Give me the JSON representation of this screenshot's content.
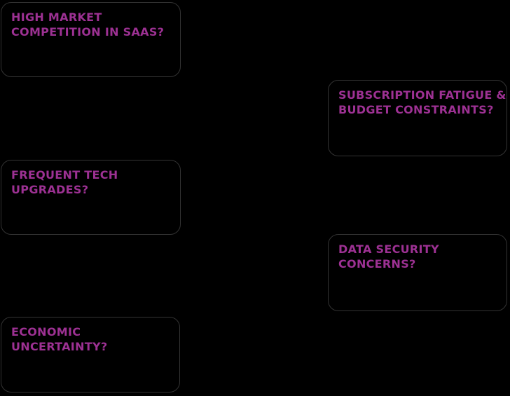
{
  "diagram": {
    "title": "SaaS challenges question boxes",
    "background_color": "#000000",
    "box_border_color": "#333333",
    "text_color": "#9d3193",
    "boxes": [
      {
        "id": "high-market-competition",
        "lines": [
          "HIGH MARKET",
          "COMPETITION IN SAAS?"
        ]
      },
      {
        "id": "subscription-fatigue",
        "lines": [
          "SUBSCRIPTION FATIGUE &",
          "BUDGET CONSTRAINTS?"
        ]
      },
      {
        "id": "frequent-tech-upgrades",
        "lines": [
          "FREQUENT TECH",
          "UPGRADES?"
        ]
      },
      {
        "id": "data-security-concerns",
        "lines": [
          "DATA SECURITY",
          "CONCERNS?"
        ]
      },
      {
        "id": "economic-uncertainty",
        "lines": [
          "ECONOMIC",
          "UNCERTAINTY?"
        ]
      }
    ]
  }
}
